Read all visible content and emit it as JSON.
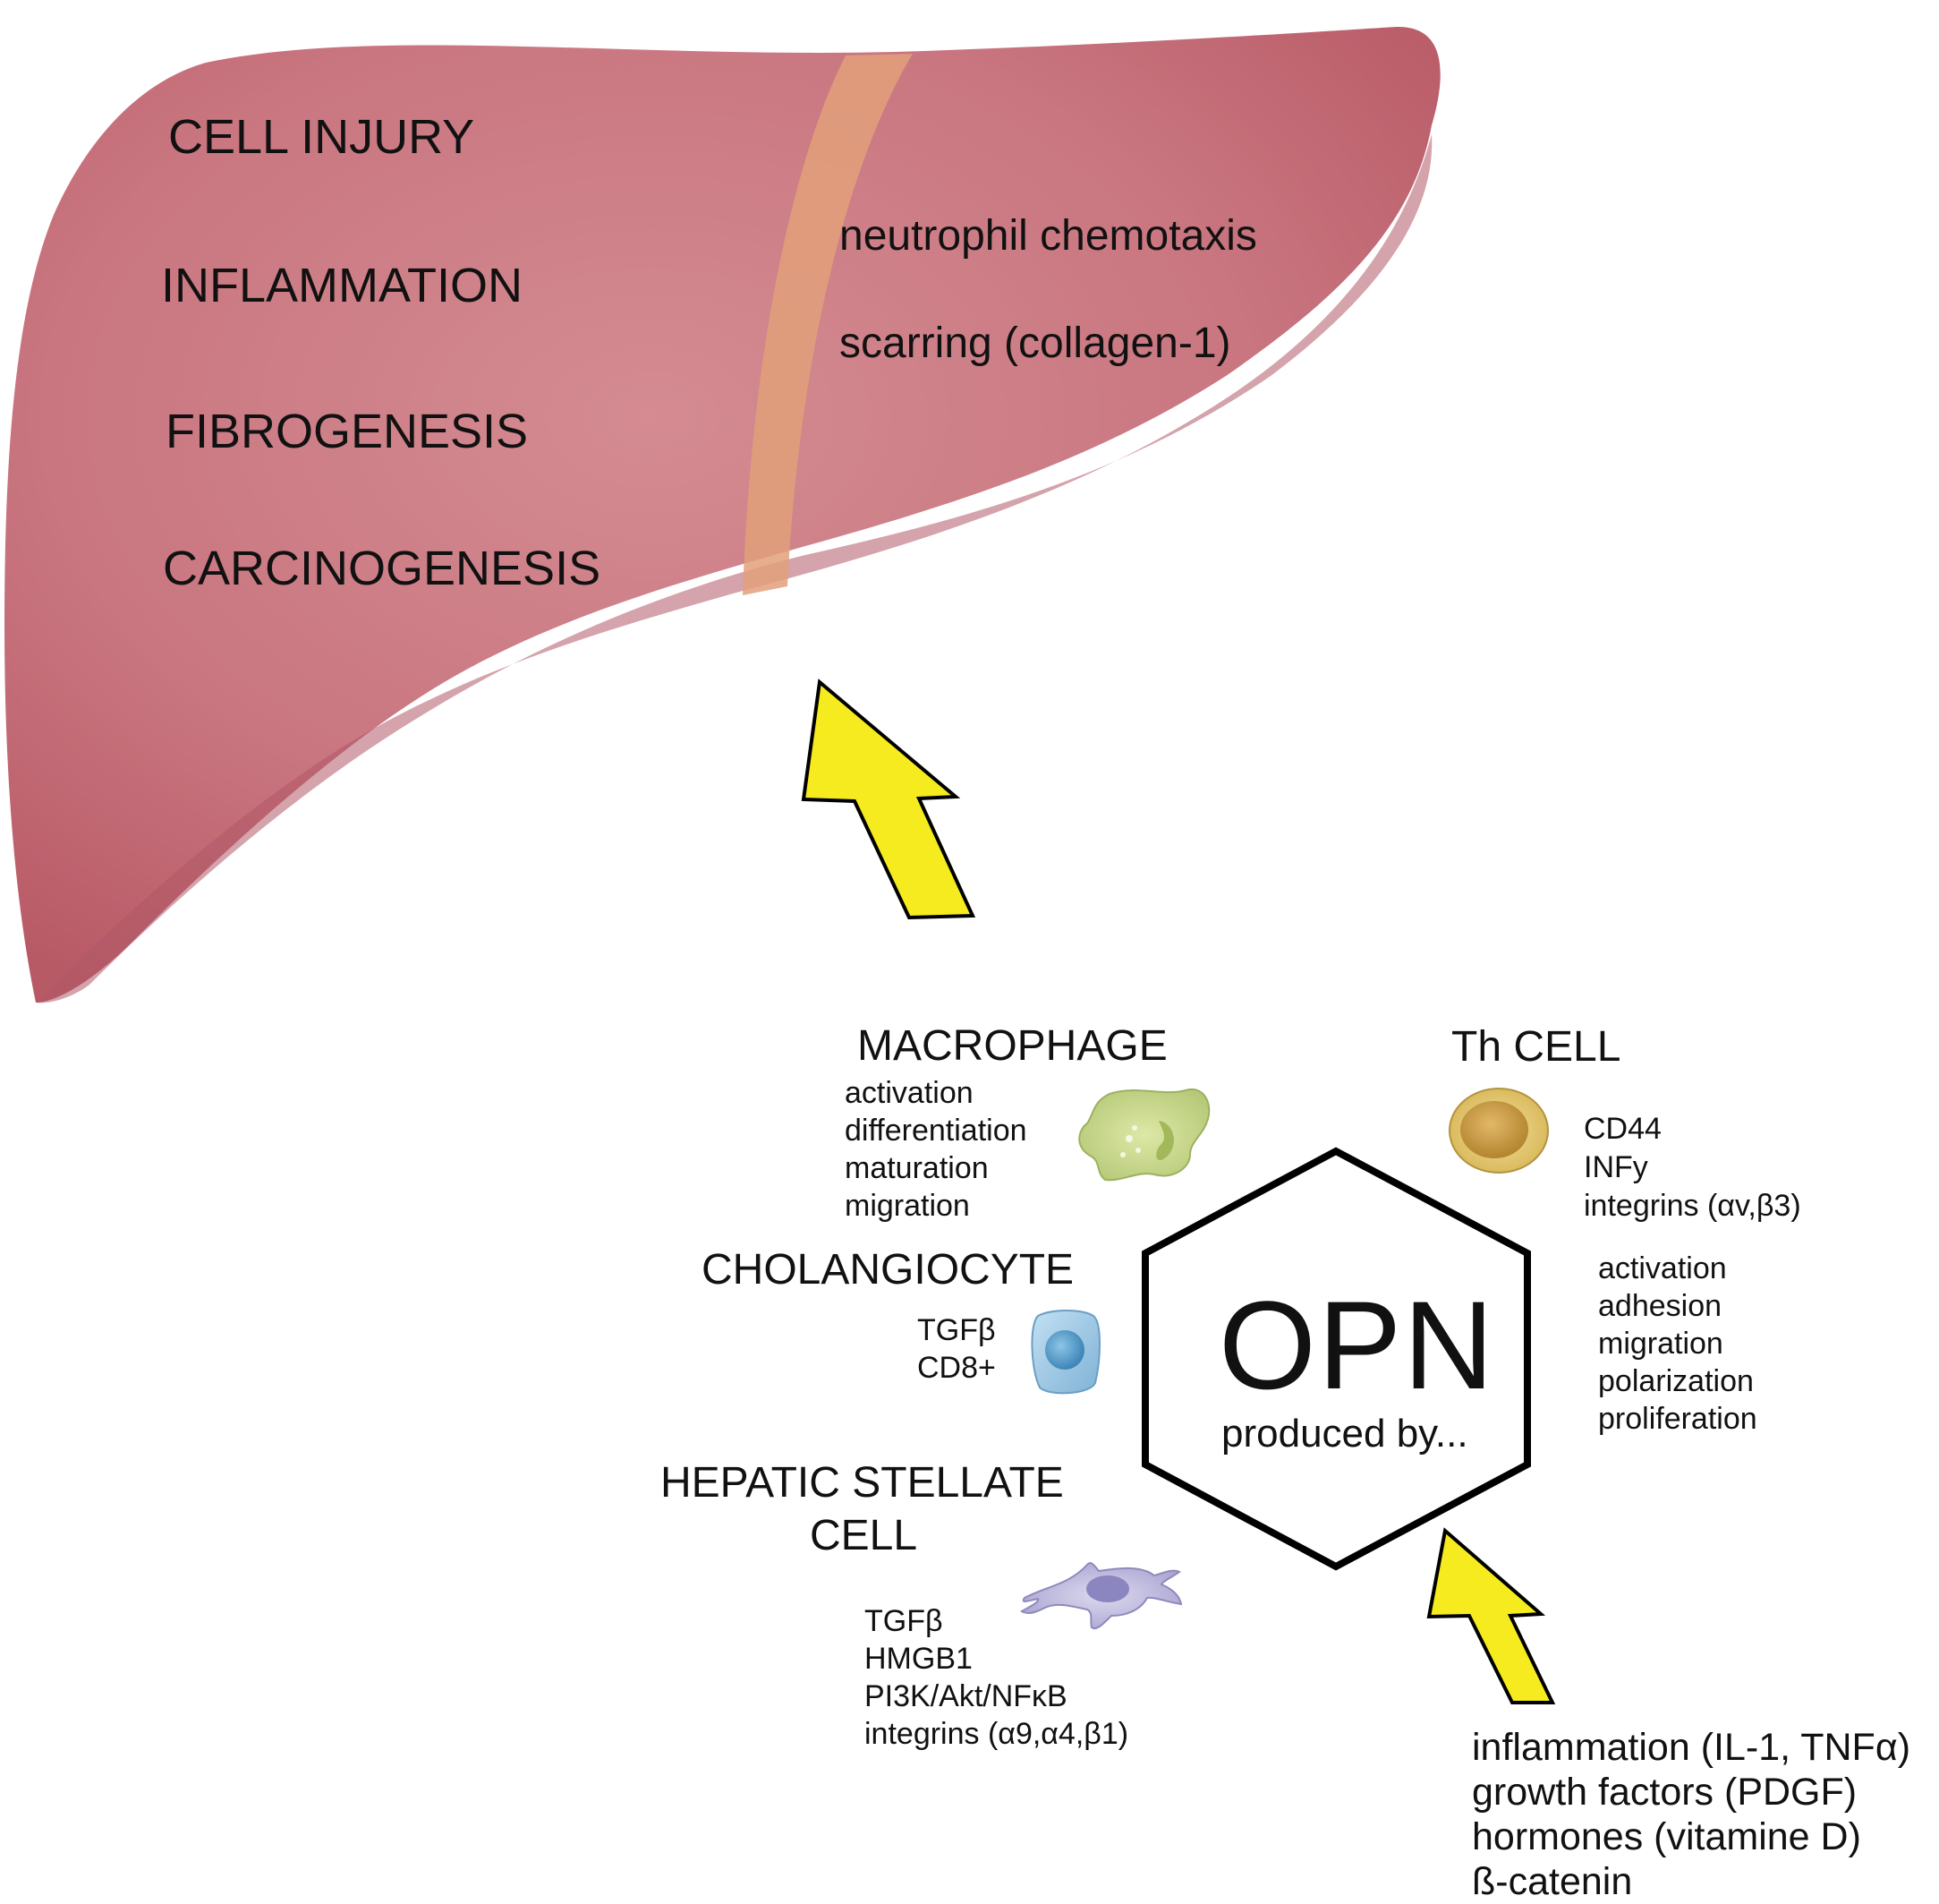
{
  "liver": {
    "outcomes": [
      "CELL INJURY",
      "INFLAMMATION",
      "FIBROGENESIS",
      "CARCINOGENESIS"
    ],
    "effects": [
      "neutrophil chemotaxis",
      "scarring (collagen-1)"
    ]
  },
  "hexagon": {
    "title": "OPN",
    "subtitle": "produced by..."
  },
  "cells": {
    "macrophage": {
      "title": "MACROPHAGE",
      "items": [
        "activation",
        "differentiation",
        "maturation",
        "migration"
      ]
    },
    "th_cell": {
      "title": "Th CELL",
      "markers": [
        "CD44",
        "INFy",
        "integrins  (αv,β3)"
      ],
      "items": [
        "activation",
        "adhesion",
        "migration",
        "polarization",
        "proliferation"
      ]
    },
    "cholangiocyte": {
      "title": "CHOLANGIOCYTE",
      "items": [
        "TGFβ",
        "CD8+"
      ]
    },
    "hsc": {
      "title_line1": "HEPATIC STELLATE",
      "title_line2": "CELL",
      "items": [
        "TGFβ",
        "HMGB1",
        "PI3K/Akt/NFκB",
        "integrins (α9,α4,β1)"
      ]
    }
  },
  "regulators": [
    "inflammation (IL-1, TNFα)",
    "growth factors (PDGF)",
    "hormones (vitamine D)",
    "ß-catenin"
  ],
  "colors": {
    "liver": "#c9727d",
    "liver_dark": "#b55e6a",
    "ligament": "#e2a07a",
    "arrow": "#f5eb1e",
    "macrophage": "#c9d98a",
    "th_cell": "#e2c26a",
    "cholangiocyte": "#8fbfe0",
    "hsc": "#b4b0d8"
  }
}
